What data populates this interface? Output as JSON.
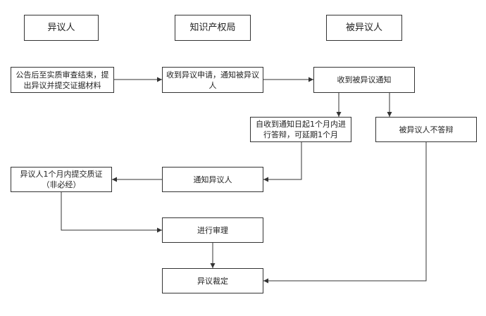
{
  "headers": {
    "opponent": "异议人",
    "ip_office": "知识产权局",
    "respondent": "被异议人"
  },
  "steps": {
    "after_announcement": "公告后至实质审查结束，提出异议并提交证据材料",
    "receive_request": "收到异议申请，通知被异议人",
    "receive_notice": "收到被异议通知",
    "reply_deadline": "自收到通知日起1个月内进行答辩，可延期1个月",
    "no_reply": "被异议人不答辩",
    "notify_opponent": "通知异议人",
    "submit_cross_exam": "异议人1个月内提交质证（非必经）",
    "review": "进行审理",
    "decision": "异议裁定"
  },
  "colors": {
    "line": "#333333",
    "border": "#333333",
    "background": "#ffffff"
  }
}
